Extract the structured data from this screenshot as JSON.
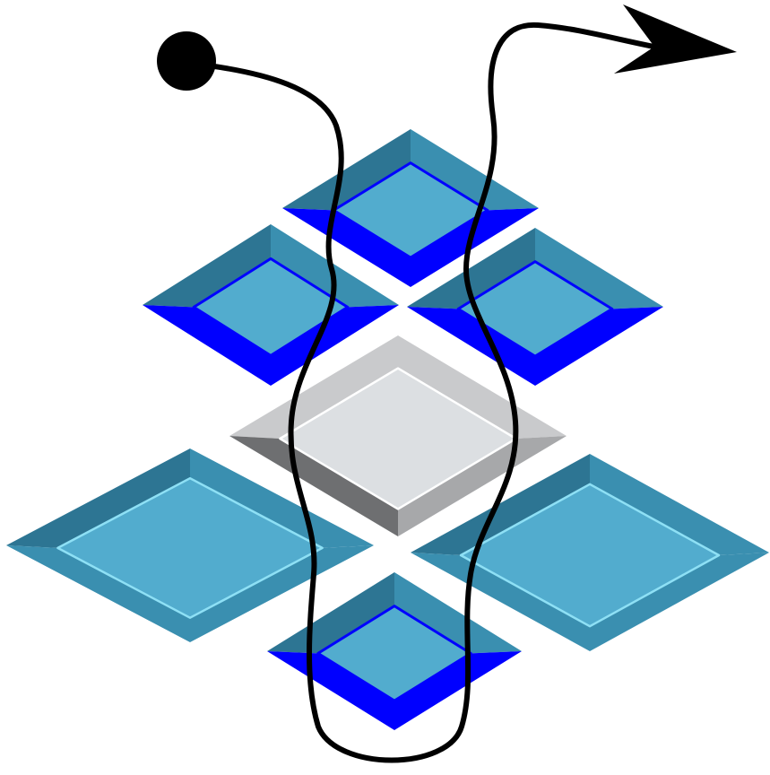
{
  "figure": {
    "palette": {
      "blue_light": "#52acce",
      "blue_dark": "#3a8fb0",
      "blue_shadow": "#2d7593",
      "blue_deep": "#0000ff",
      "blue_rim": "#8ee0f5",
      "gray_top": "#dcdfe2",
      "gray_light": "#c9cacc",
      "gray_mid": "#a7a8aa",
      "gray_dark": "#6e6f71",
      "path_color": "#000000"
    },
    "tiles": [
      {
        "name": "tile-top-center",
        "variant": "blue-deep"
      },
      {
        "name": "tile-upper-left",
        "variant": "blue-deep"
      },
      {
        "name": "tile-upper-right",
        "variant": "blue-deep"
      },
      {
        "name": "tile-center",
        "variant": "gray"
      },
      {
        "name": "tile-lower-left",
        "variant": "blue-rimmed"
      },
      {
        "name": "tile-lower-right",
        "variant": "blue-rimmed"
      },
      {
        "name": "tile-bottom-center",
        "variant": "blue-deep"
      }
    ],
    "path": {
      "start_marker": "filled-dot",
      "end_marker": "arrowhead"
    }
  }
}
